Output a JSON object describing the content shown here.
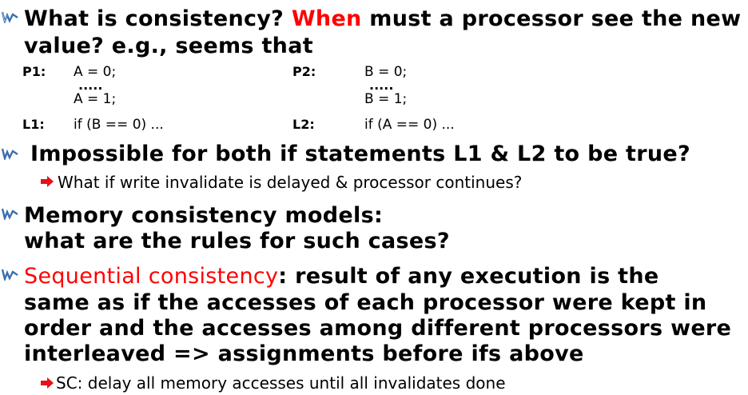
{
  "bullets": {
    "b1": {
      "pre": "What is consistency? ",
      "highlight": "When",
      "post": " must a processor see the new",
      "line2": "value? e.g., seems that"
    },
    "code": {
      "p1_label": "P1:",
      "p1_line1": "A = 0;",
      "p1_dots": ".....",
      "p1_line3": "A = 1;",
      "l1_label": "L1:",
      "l1_stmt": "if (B == 0) ...",
      "p2_label": "P2:",
      "p2_line1": "B = 0;",
      "p2_dots": ".....",
      "p2_line3": "B = 1;",
      "l2_label": "L2:",
      "l2_stmt": "if (A == 0) ..."
    },
    "b2": {
      "text": "Impossible for both if statements L1 & L2 to be true?"
    },
    "b2_sub": {
      "text": "What if write invalidate is delayed & processor continues?"
    },
    "b3": {
      "line1": "Memory consistency models:",
      "line2": "what are the rules for such cases?"
    },
    "b4": {
      "highlight": "Sequential consistency",
      "line1_post": ": result of any execution is the",
      "line2": "same as if the accesses of each processor were kept in",
      "line3": "order and the accesses among different processors were",
      "line4": "interleaved => assignments before ifs above"
    },
    "b4_sub": {
      "text": "SC: delay all memory accesses until all invalidates done"
    }
  },
  "colors": {
    "highlight": "#ff0000",
    "text": "#000000",
    "arrow": "#e8101a",
    "bullet_icon": "#3a6fb0"
  }
}
